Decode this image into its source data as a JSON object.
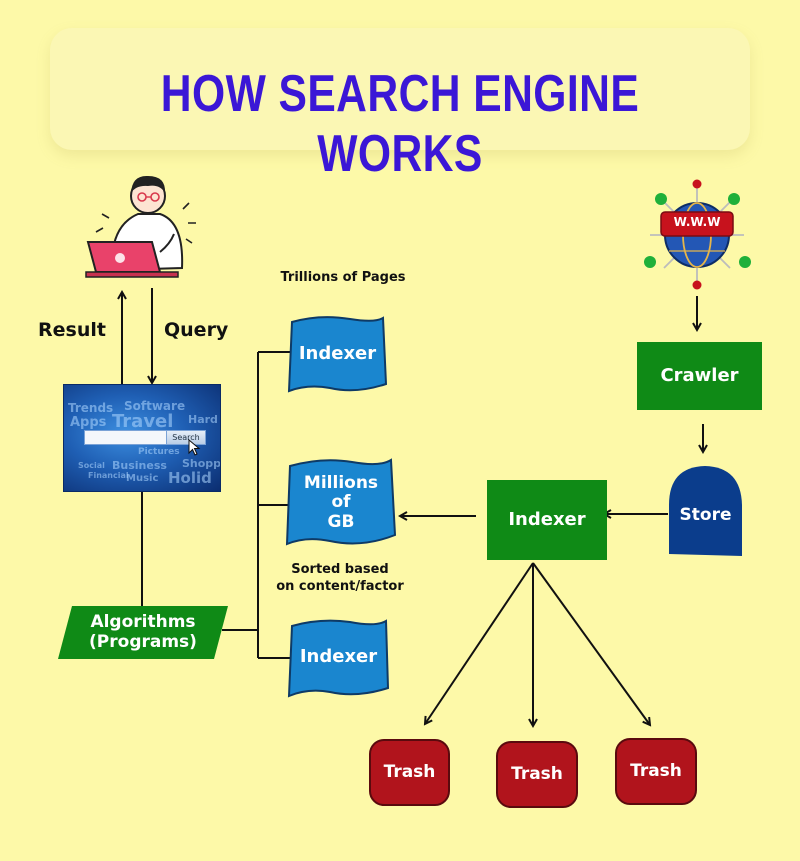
{
  "title": "HOW SEARCH ENGINE WORKS",
  "labels": {
    "result": "Result",
    "query": "Query",
    "trillions": "Trillions of Pages",
    "sorted": "Sorted based\non content/factor"
  },
  "search_panel": {
    "button": "Search",
    "words": [
      "Trends",
      "Software",
      "Apps",
      "Travel",
      "Hard",
      "Pictures",
      "Social",
      "Business",
      "Shopp",
      "Financial",
      "Music",
      "Holid"
    ]
  },
  "globe": {
    "text": "W.W.W"
  },
  "nodes": {
    "crawler": "Crawler",
    "store": "Store",
    "indexer_main": "Indexer",
    "algorithms": "Algorithms\n(Programs)",
    "indexer_top": "Indexer",
    "millions": "Millions\nof\nGB",
    "indexer_bottom": "Indexer",
    "trash_1": "Trash",
    "trash_2": "Trash",
    "trash_3": "Trash"
  },
  "colors": {
    "background": "#fdf9a8",
    "title": "#3b17d6",
    "green": "#0f8a16",
    "blue_box": "#1a86cf",
    "store": "#0b3d8c",
    "trash": "#b1141c"
  }
}
